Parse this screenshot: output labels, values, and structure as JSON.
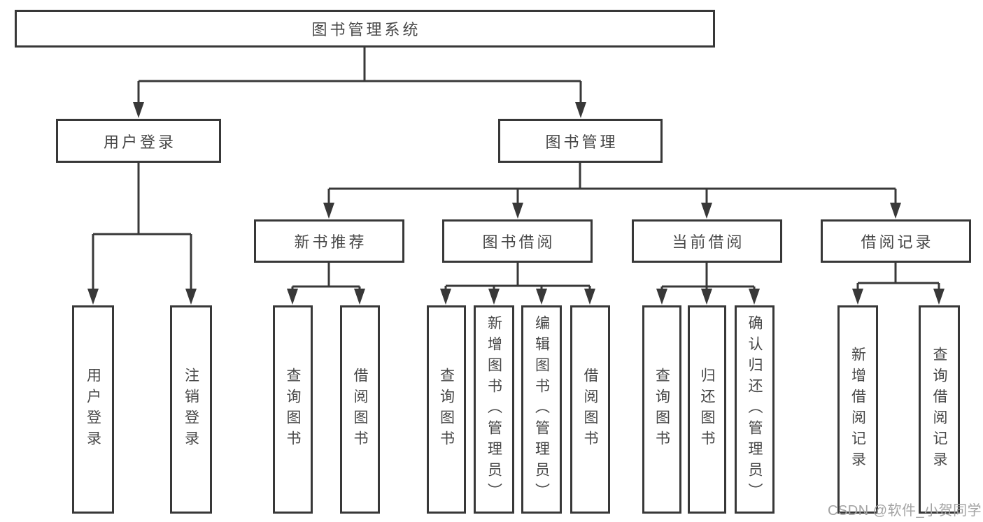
{
  "diagram": {
    "type": "tree",
    "title": "图书管理系统",
    "colors": {
      "line": "#383838",
      "text": "#474747",
      "box_background": "#ffffff",
      "page_background": "#ffffff",
      "watermark": "#a3a3a3"
    },
    "nodes": {
      "root": "图书管理系统",
      "user_login": "用户登录",
      "book_management": "图书管理",
      "new_book_recommend": "新书推荐",
      "book_borrow": "图书借阅",
      "current_borrow": "当前借阅",
      "borrow_records": "借阅记录",
      "leaf_user_login": "用户登录",
      "leaf_logout": "注销登录",
      "leaf_rec_query": "查询图书",
      "leaf_rec_borrow": "借阅图书",
      "leaf_borrow_query": "查询图书",
      "leaf_borrow_add": "新增图书（管理员）",
      "leaf_borrow_edit": "编辑图书（管理员）",
      "leaf_borrow_borrow": "借阅图书",
      "leaf_current_query": "查询图书",
      "leaf_current_return": "归还图书",
      "leaf_current_confirm": "确认归还（管理员）",
      "leaf_records_add": "新增借阅记录",
      "leaf_records_query": "查询借阅记录"
    },
    "hierarchy": {
      "图书管理系统": [
        "用户登录",
        "图书管理"
      ],
      "用户登录": [
        "用户登录",
        "注销登录"
      ],
      "图书管理": [
        "新书推荐",
        "图书借阅",
        "当前借阅",
        "借阅记录"
      ],
      "新书推荐": [
        "查询图书",
        "借阅图书"
      ],
      "图书借阅": [
        "查询图书",
        "新增图书（管理员）",
        "编辑图书（管理员）",
        "借阅图书"
      ],
      "当前借阅": [
        "查询图书",
        "归还图书",
        "确认归还（管理员）"
      ],
      "借阅记录": [
        "新增借阅记录",
        "查询借阅记录"
      ]
    },
    "watermark": "CSDN @软件_小贺同学"
  }
}
